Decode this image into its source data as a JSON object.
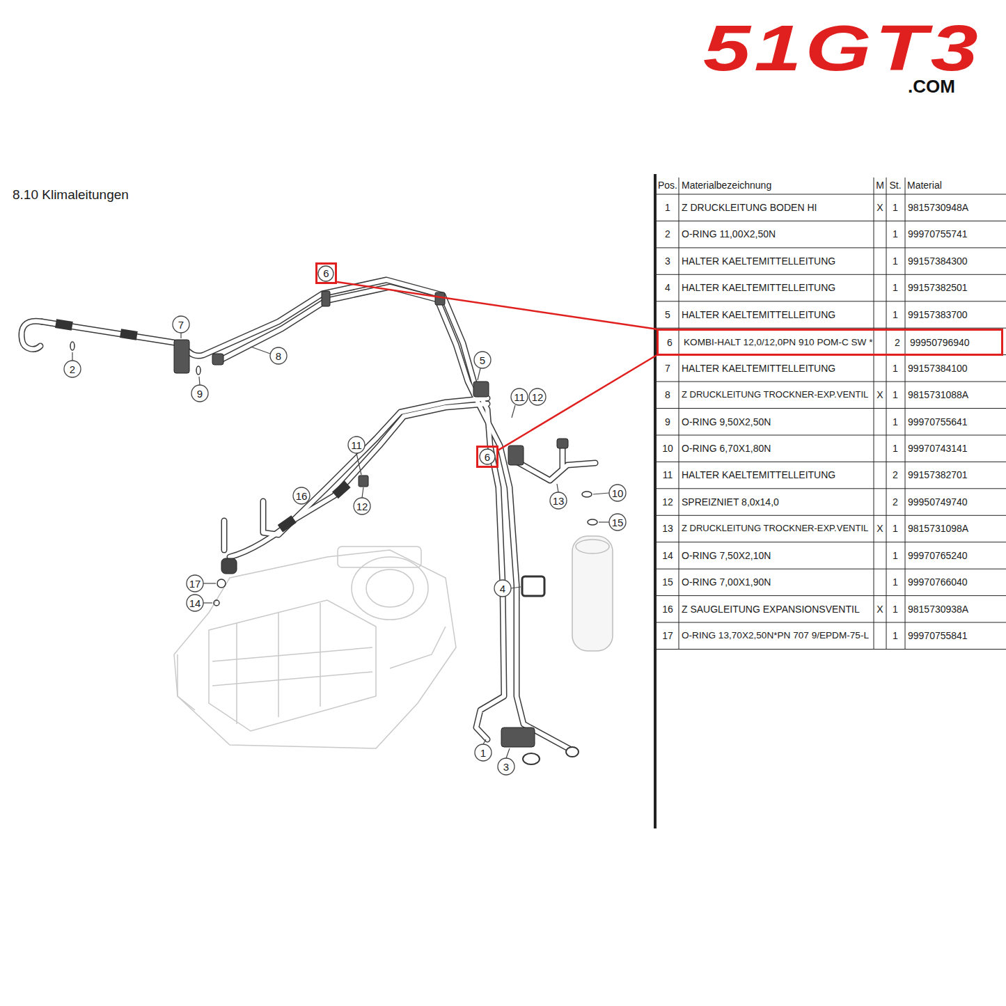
{
  "diagram": {
    "title": "8.10 Klimaleitungen",
    "nodes": [
      {
        "text": [
          "6"
        ]
      },
      {
        "text": [
          "6",
          "KOMBI-HALT 12,0/12,0PN 910 POM-C SW *",
          "2",
          "99950796940"
        ]
      },
      {
        "text": [
          "6"
        ]
      }
    ],
    "edges": [
      {
        "from": 0,
        "to": 1,
        "arrow": "none"
      },
      {
        "from": 2,
        "to": 1,
        "arrow": "none"
      }
    ],
    "labels": [
      "51GT3",
      ".COM",
      "2",
      "7",
      "9",
      "8",
      "5",
      "11",
      "12",
      "11",
      "12",
      "16",
      "13",
      "10",
      "15",
      "17",
      "14",
      "4",
      "1",
      "3",
      "Pos.",
      "Materialbezeichnung",
      "M",
      "St.",
      "Material",
      "1",
      "Z DRUCKLEITUNG BODEN HI",
      "X",
      "1",
      "9815730948A",
      "2",
      "O-RING 11,00X2,50N",
      "1",
      "99970755741",
      "3",
      "HALTER KAELTEMITTELLEITUNG",
      "1",
      "99157384300",
      "4",
      "HALTER KAELTEMITTELLEITUNG",
      "1",
      "99157382501",
      "5",
      "HALTER KAELTEMITTELLEITUNG",
      "1",
      "99157383700",
      "7",
      "HALTER KAELTEMITTELLEITUNG",
      "1",
      "99157384100",
      "8",
      "Z DRUCKLEITUNG TROCKNER-EXP.VENTIL",
      "X",
      "1",
      "9815731088A",
      "9",
      "O-RING 9,50X2,50N",
      "1",
      "99970755641",
      "10",
      "O-RING 6,70X1,80N",
      "1",
      "99970743141",
      "11",
      "HALTER KAELTEMITTELLEITUNG",
      "2",
      "99157382701",
      "12",
      "SPREIZNIET 8,0x14,0",
      "2",
      "99950749740",
      "13",
      "Z DRUCKLEITUNG TROCKNER-EXP.VENTIL",
      "X",
      "1",
      "9815731098A",
      "14",
      "O-RING 7,50X2,10N",
      "1",
      "99970765240",
      "15",
      "O-RING 7,00X1,90N",
      "1",
      "99970766040",
      "16",
      "Z SAUGLEITUNG EXPANSIONSVENTIL",
      "X",
      "1",
      "9815730938A",
      "17",
      "O-RING 13,70X2,50N*PN 707 9/EPDM-75-L",
      "1",
      "99970755841"
    ]
  }
}
